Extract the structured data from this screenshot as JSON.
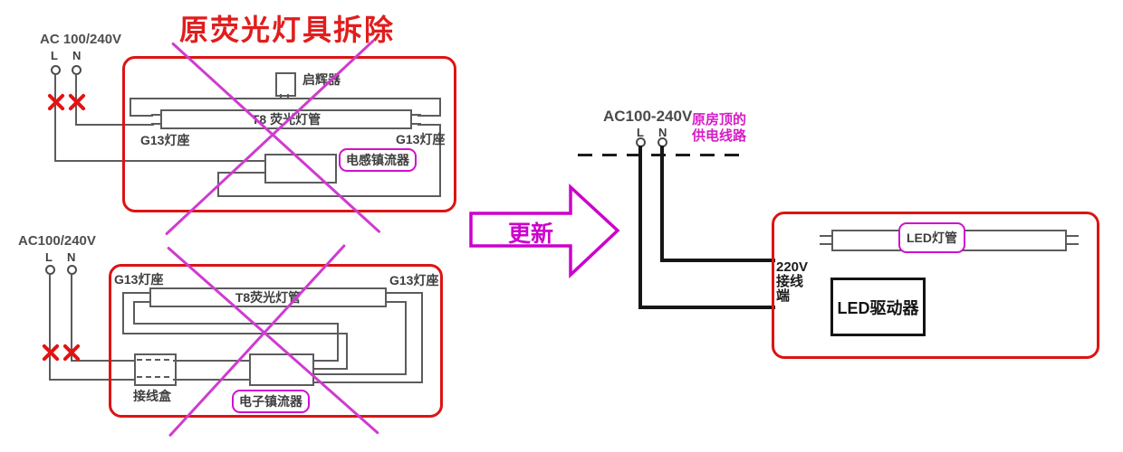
{
  "title": "原荧光灯具拆除",
  "colors": {
    "highlight_red": "#dc1413",
    "annotation_magenta": "#cc00cc",
    "wire_gray": "#5c5c5c",
    "power_wire_black": "#161616"
  },
  "fixture1": {
    "supply": "AC 100/240V",
    "live": "L",
    "neutral": "N",
    "starter": "启辉器",
    "tube": "T8 荧光灯管",
    "socket_left": "G13灯座",
    "socket_right": "G13灯座",
    "ballast": "电感镇流器"
  },
  "fixture2": {
    "supply": "AC100/240V",
    "live": "L",
    "neutral": "N",
    "tube": "T8荧光灯管",
    "socket_left": "G13灯座",
    "socket_right": "G13灯座",
    "junction_box": "接线盒",
    "ballast": "电子镇流器"
  },
  "arrow": {
    "label": "更新"
  },
  "led": {
    "supply": "AC100-240V",
    "live": "L",
    "neutral": "N",
    "roof_note": [
      "原房顶的",
      "供电线路"
    ],
    "terminal": [
      "220V",
      "接线",
      "端"
    ],
    "tube": "LED灯管",
    "driver": "LED驱动器"
  }
}
